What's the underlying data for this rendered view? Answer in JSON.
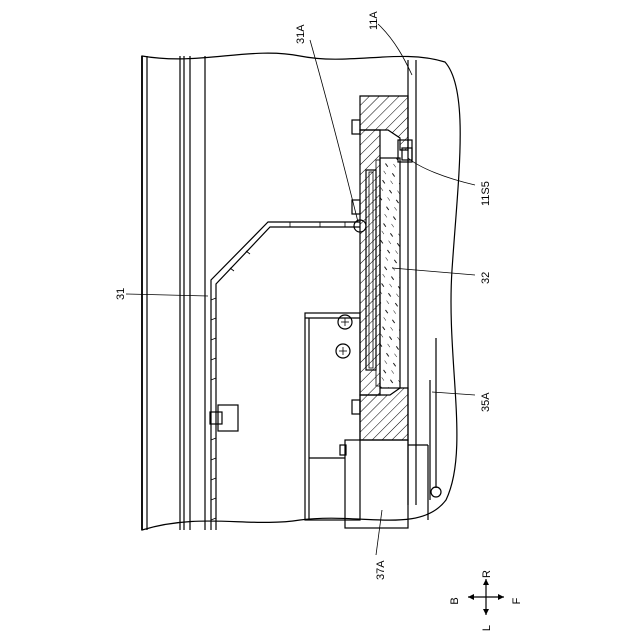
{
  "labels": {
    "l_31A": "31A",
    "l_11A": "11A",
    "l_11S5": "11S5",
    "l_32": "32",
    "l_31": "31",
    "l_35A": "35A",
    "l_37A": "37A"
  },
  "compass": {
    "r": "R",
    "b": "B",
    "f": "F",
    "l": "L"
  }
}
